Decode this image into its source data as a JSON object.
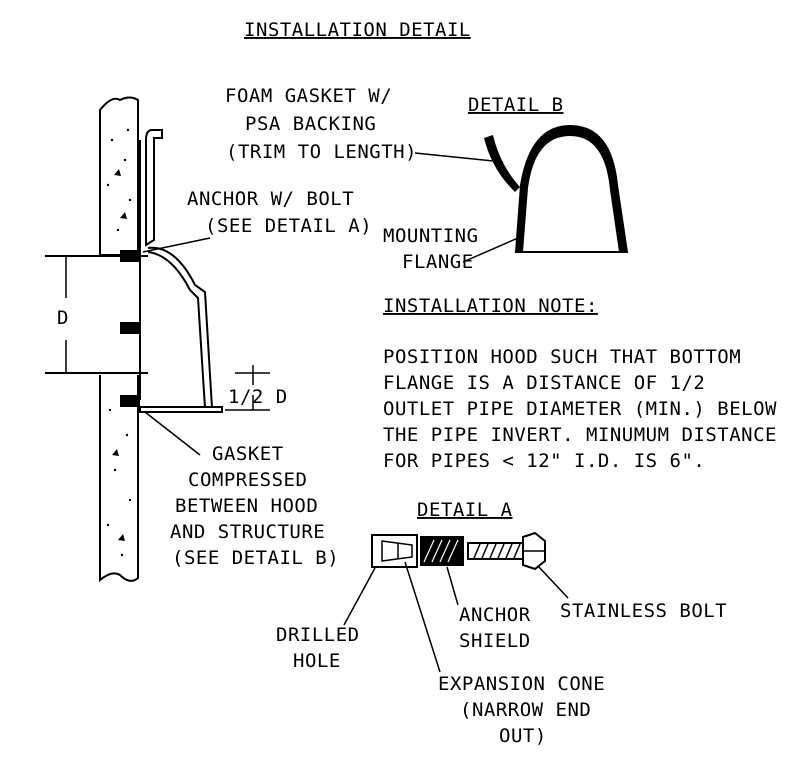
{
  "title": "INSTALLATION DETAIL",
  "labels": {
    "foam_gasket_1": "FOAM GASKET W/",
    "foam_gasket_2": "PSA BACKING",
    "foam_gasket_3": "(TRIM TO LENGTH)",
    "detail_b_title": "DETAIL B",
    "anchor_1": "ANCHOR  W/ BOLT",
    "anchor_2": "(SEE DETAIL A)",
    "mounting_1": "MOUNTING",
    "mounting_2": "FLANGE",
    "dim_d": "D",
    "dim_half_d": "1/2 D",
    "gasket_1": "GASKET",
    "gasket_2": "COMPRESSED",
    "gasket_3": "BETWEEN HOOD",
    "gasket_4": "AND STRUCTURE",
    "gasket_5": "(SEE DETAIL B)",
    "detail_a_title": "DETAIL A",
    "drilled_1": "DRILLED",
    "drilled_2": "HOLE",
    "anchor_shield_1": "ANCHOR",
    "anchor_shield_2": "SHIELD",
    "stainless_bolt": "STAINLESS BOLT",
    "expansion_1": "EXPANSION CONE",
    "expansion_2": "(NARROW END",
    "expansion_3": "OUT)"
  },
  "note": {
    "title": "INSTALLATION NOTE:",
    "lines": [
      "POSITION HOOD SUCH THAT BOTTOM",
      "FLANGE IS  A DISTANCE OF 1/2",
      "OUTLET PIPE DIAMETER (MIN.) BELOW",
      "THE PIPE INVERT.  MINUMUM DISTANCE",
      "FOR PIPES < 12\" I.D. IS 6\"."
    ]
  }
}
